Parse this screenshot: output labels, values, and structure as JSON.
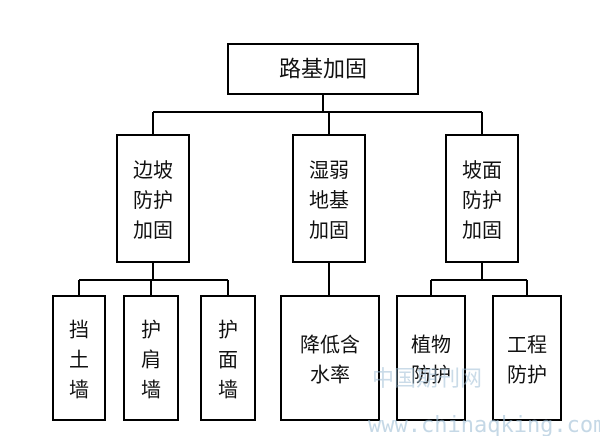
{
  "diagram": {
    "root": {
      "id": "root",
      "lines": [
        "路基加固"
      ]
    },
    "branches": [
      {
        "id": "slope-protection",
        "lines": [
          "边坡",
          "防护",
          "加固"
        ],
        "children": [
          {
            "id": "retaining-wall",
            "lines": [
              "挡",
              "土",
              "墙"
            ]
          },
          {
            "id": "shoulder-wall",
            "lines": [
              "护",
              "肩",
              "墙"
            ]
          },
          {
            "id": "face-wall",
            "lines": [
              "护",
              "面",
              "墙"
            ]
          }
        ]
      },
      {
        "id": "soft-ground",
        "lines": [
          "湿弱",
          "地基",
          "加固"
        ],
        "children": [
          {
            "id": "reduce-moisture",
            "lines": [
              "降低含",
              "水率"
            ]
          }
        ]
      },
      {
        "id": "slope-face-protection",
        "lines": [
          "坡面",
          "防护",
          "加固"
        ],
        "children": [
          {
            "id": "vegetation-protection",
            "lines": [
              "植物",
              "防护"
            ]
          },
          {
            "id": "engineering-protection",
            "lines": [
              "工程",
              "防护"
            ]
          }
        ]
      }
    ]
  },
  "watermark": {
    "name": "中国期刊网",
    "url": "www.chinaqking.com"
  }
}
